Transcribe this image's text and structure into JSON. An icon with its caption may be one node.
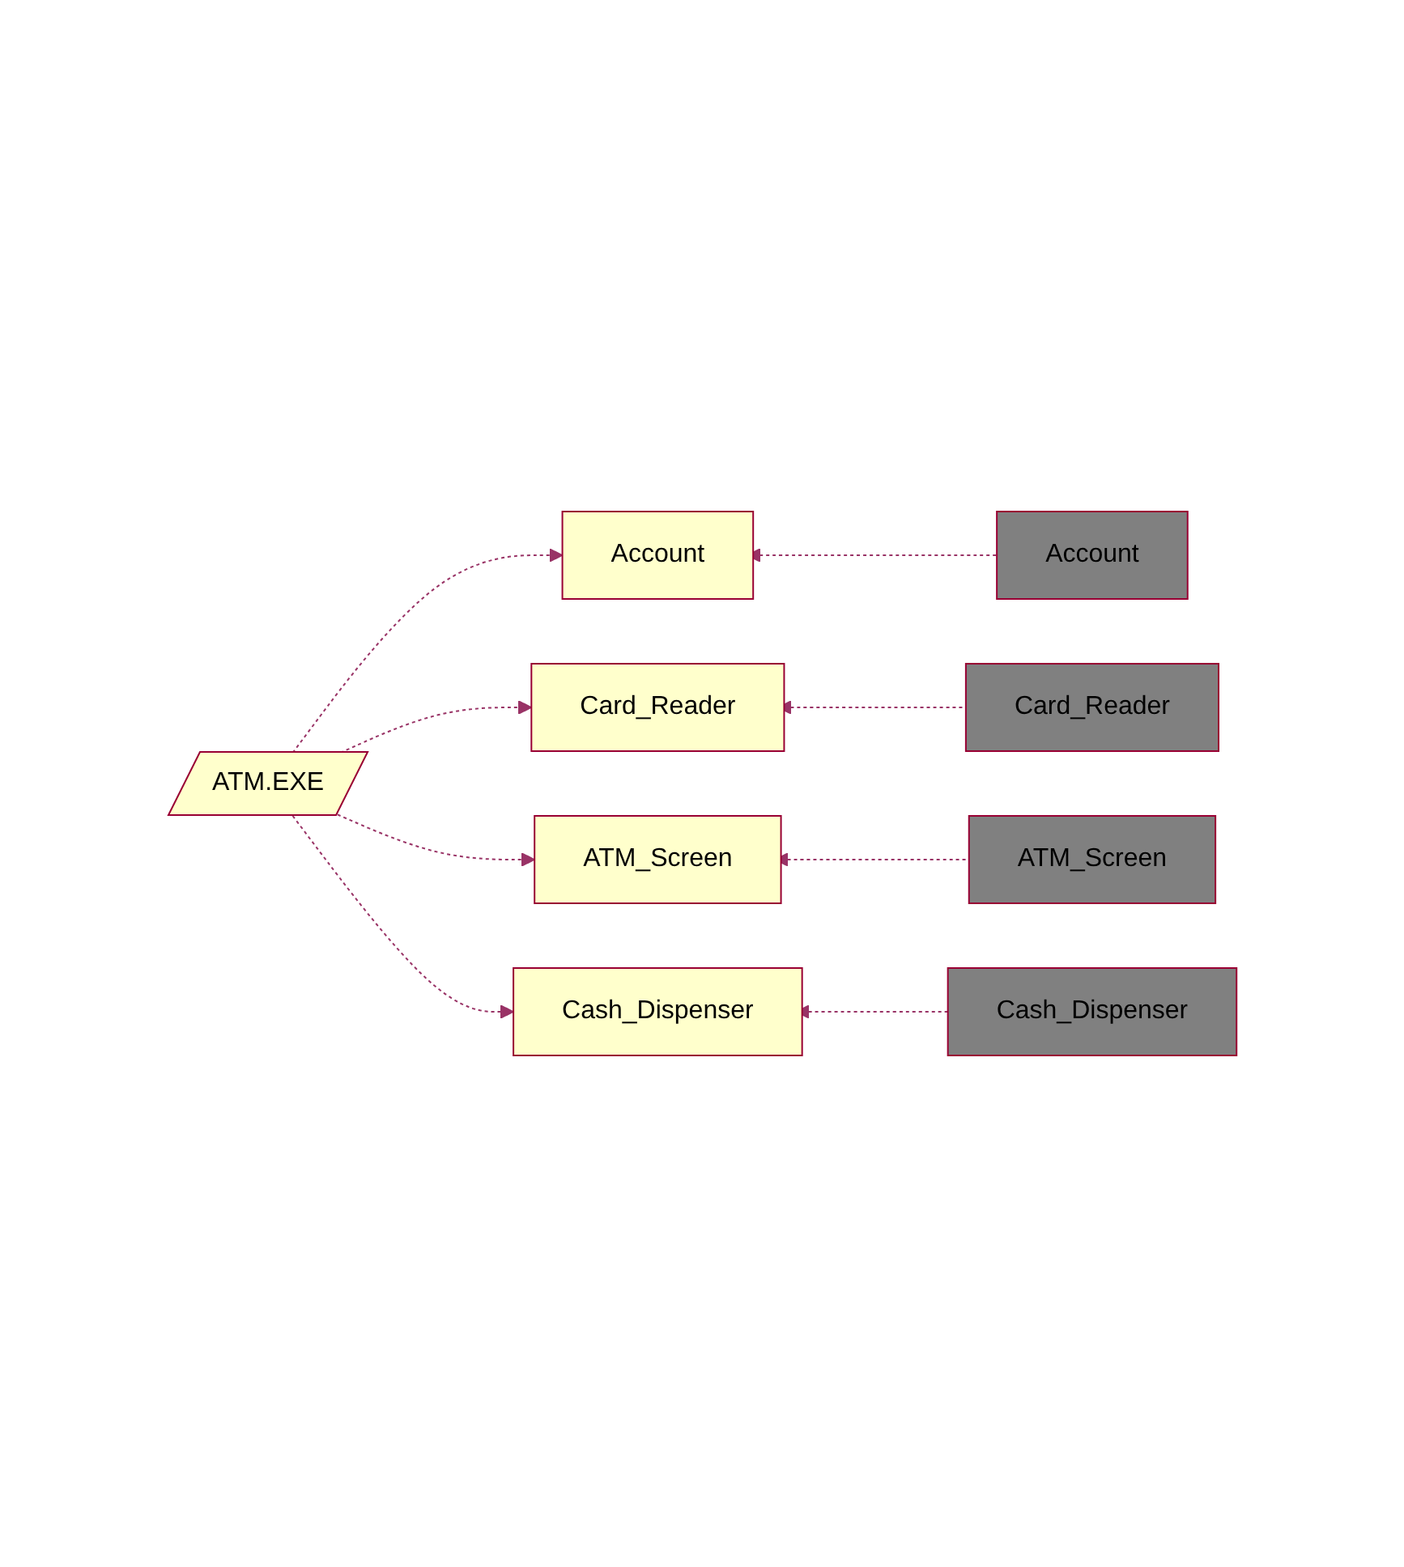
{
  "diagram": {
    "nodes": [
      {
        "text": [
          "Account"
        ]
      },
      {
        "text": [
          "Account"
        ]
      },
      {
        "text": [
          "Card_Reader"
        ]
      },
      {
        "text": [
          "Card_Reader"
        ]
      },
      {
        "text": [
          "ATM.EXE"
        ]
      },
      {
        "text": [
          "ATM_Screen"
        ]
      },
      {
        "text": [
          "ATM_Screen"
        ]
      },
      {
        "text": [
          "Cash_Dispenser"
        ]
      },
      {
        "text": [
          "Cash_Dispenser"
        ]
      }
    ],
    "edges": [
      {
        "from": 4,
        "to": 0,
        "arrow": "to",
        "style": "dashed"
      },
      {
        "from": 4,
        "to": 2,
        "arrow": "to",
        "style": "dashed"
      },
      {
        "from": 4,
        "to": 5,
        "arrow": "to",
        "style": "dashed"
      },
      {
        "from": 4,
        "to": 7,
        "arrow": "to",
        "style": "dashed"
      },
      {
        "from": 1,
        "to": 0,
        "arrow": "to",
        "style": "dashed"
      },
      {
        "from": 3,
        "to": 2,
        "arrow": "to",
        "style": "dashed"
      },
      {
        "from": 6,
        "to": 5,
        "arrow": "to",
        "style": "dashed"
      },
      {
        "from": 8,
        "to": 7,
        "arrow": "to",
        "style": "dashed"
      }
    ]
  }
}
